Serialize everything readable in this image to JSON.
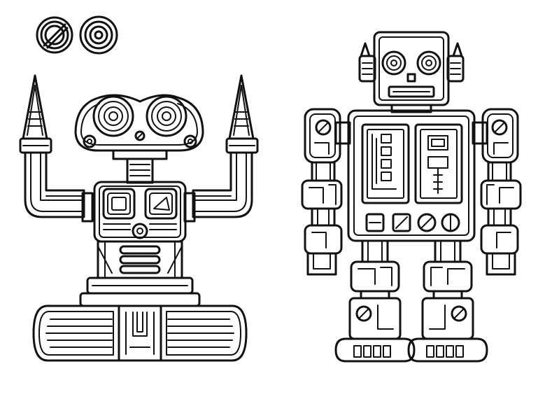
{
  "illustration": {
    "style": "black line-art on white",
    "colors": {
      "ink": "#111111",
      "background": "#ffffff"
    },
    "icons": [
      "no-symbol-icon",
      "concentric-circles-icon"
    ],
    "figures": [
      "tracked-robot",
      "walking-robot"
    ]
  }
}
